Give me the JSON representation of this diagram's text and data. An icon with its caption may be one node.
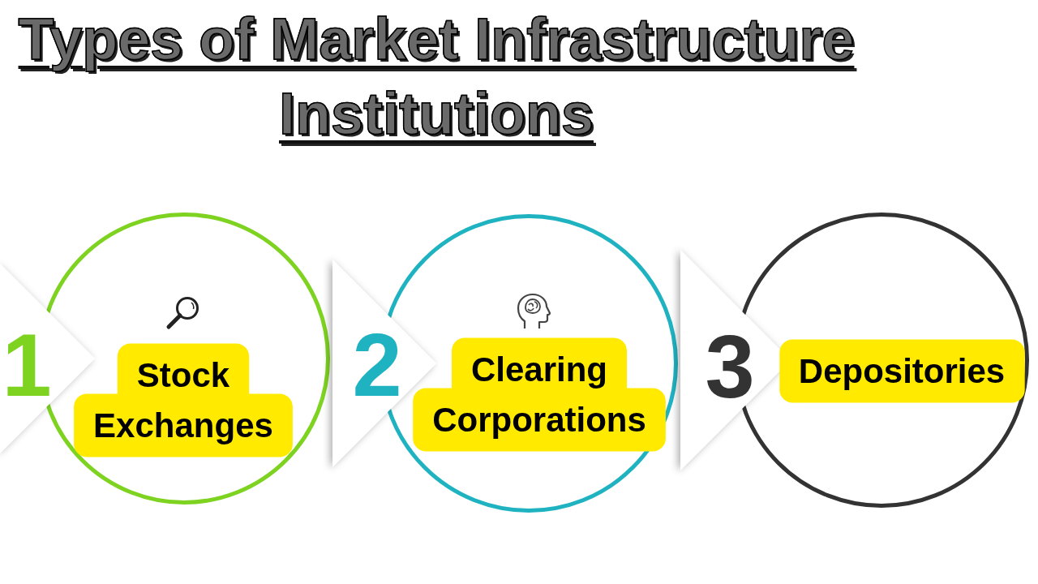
{
  "diagram": {
    "title": "Types of Market Infrastructure Institutions",
    "nodes": [
      {
        "text": [],
        "shape": "circle",
        "beside": [
          "1"
        ]
      },
      {
        "text": [
          "Stock Exchanges"
        ],
        "in": 0
      },
      {
        "text": [],
        "shape": "circle",
        "beside": [
          "2"
        ]
      },
      {
        "text": [
          "Clearing Corporations"
        ],
        "in": 2
      },
      {
        "text": [],
        "shape": "circle",
        "beside": [
          "3"
        ]
      },
      {
        "text": [
          "Depositories"
        ],
        "in": 4
      }
    ],
    "edges": [
      {
        "from": null,
        "to": 0,
        "arrow": "to"
      },
      {
        "from": 0,
        "to": 2,
        "arrow": "to"
      },
      {
        "from": 2,
        "to": 4,
        "arrow": "to"
      }
    ]
  }
}
